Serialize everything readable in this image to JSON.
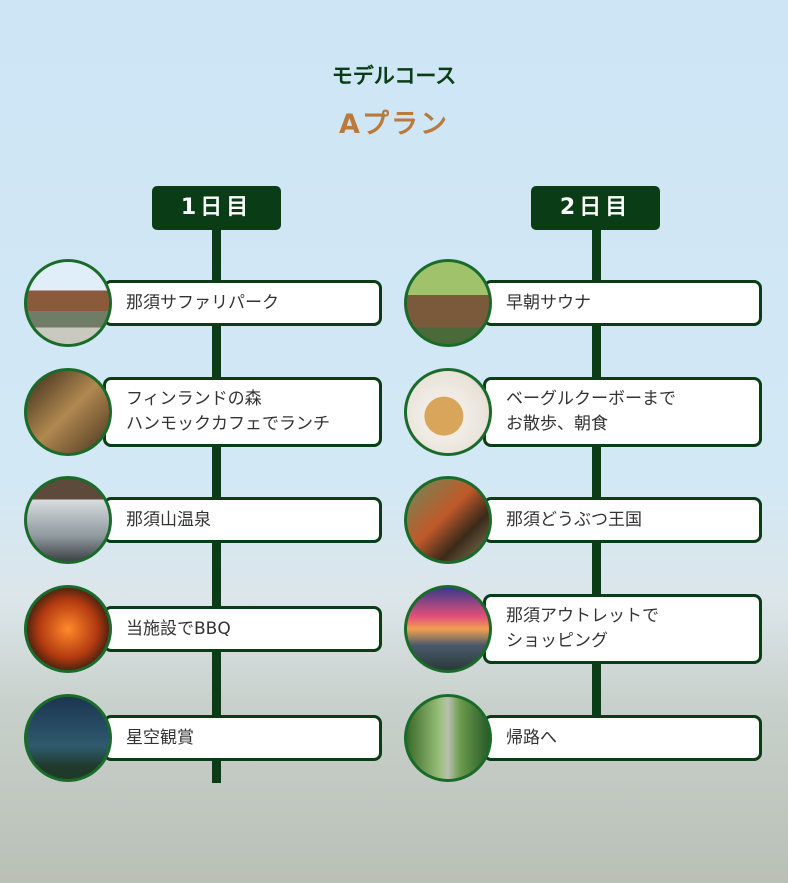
{
  "header": {
    "title": "モデルコース",
    "plan": "Aプラン"
  },
  "days": [
    {
      "label": "1日目",
      "items": [
        {
          "text": "那須サファリパーク",
          "image": "safari-park-gate-photo"
        },
        {
          "text": "フィンランドの森\nハンモックカフェでランチ",
          "image": "hammock-cafe-photo"
        },
        {
          "text": "那須山温泉",
          "image": "hot-spring-photo"
        },
        {
          "text": "当施設でBBQ",
          "image": "bbq-grill-photo"
        },
        {
          "text": "星空観賞",
          "image": "starry-sky-photo"
        }
      ]
    },
    {
      "label": "2日目",
      "items": [
        {
          "text": "早朝サウナ",
          "image": "sauna-cabin-photo"
        },
        {
          "text": "ベーグルクーボーまで\nお散歩、朝食",
          "image": "bagel-photo"
        },
        {
          "text": "那須どうぶつ王国",
          "image": "red-panda-photo"
        },
        {
          "text": "那須アウトレットで\nショッピング",
          "image": "sunset-outlet-photo"
        },
        {
          "text": "帰路へ",
          "image": "forest-road-photo"
        }
      ]
    }
  ],
  "colors": {
    "dark_green": "#0a3d16",
    "accent": "#b97a3c"
  }
}
